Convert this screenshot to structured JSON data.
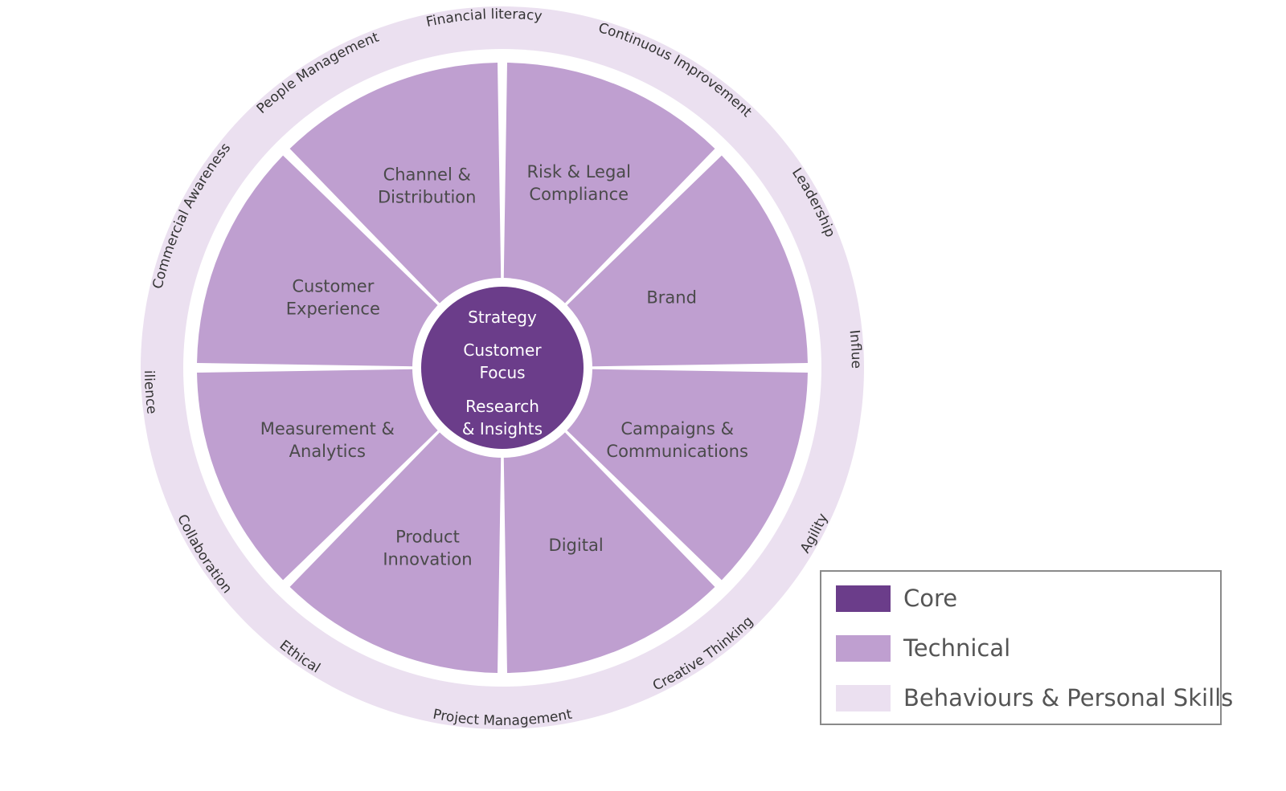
{
  "colors": {
    "core": "#6b3d8a",
    "technical": "#bf9fd0",
    "behaviours": "#ebe0f0"
  },
  "core": {
    "lines": [
      "Strategy",
      "Customer",
      "Focus",
      "Research",
      "& Insights"
    ]
  },
  "segments": [
    {
      "label_lines": [
        "Risk & Legal",
        "Compliance"
      ]
    },
    {
      "label_lines": [
        "Brand"
      ]
    },
    {
      "label_lines": [
        "Campaigns &",
        "Communications"
      ]
    },
    {
      "label_lines": [
        "Digital"
      ]
    },
    {
      "label_lines": [
        "Product",
        "Innovation"
      ]
    },
    {
      "label_lines": [
        "Measurement &",
        "Analytics"
      ]
    },
    {
      "label_lines": [
        "Customer",
        "Experience"
      ]
    },
    {
      "label_lines": [
        "Channel &",
        "Distribution"
      ]
    }
  ],
  "ring_skills": [
    "Financial literacy",
    "Continuous Improvement",
    "Leadership",
    "Influencing",
    "Agility",
    "Creative Thinking",
    "Project Management",
    "Ethical",
    "Collaboration",
    "Resilience",
    "Commercial Awareness",
    "People Management"
  ],
  "legend": {
    "items": [
      {
        "label": "Core",
        "color": "#6b3d8a"
      },
      {
        "label": "Technical",
        "color": "#bf9fd0"
      },
      {
        "label": "Behaviours & Personal Skills",
        "color": "#ebe0f0"
      }
    ]
  }
}
